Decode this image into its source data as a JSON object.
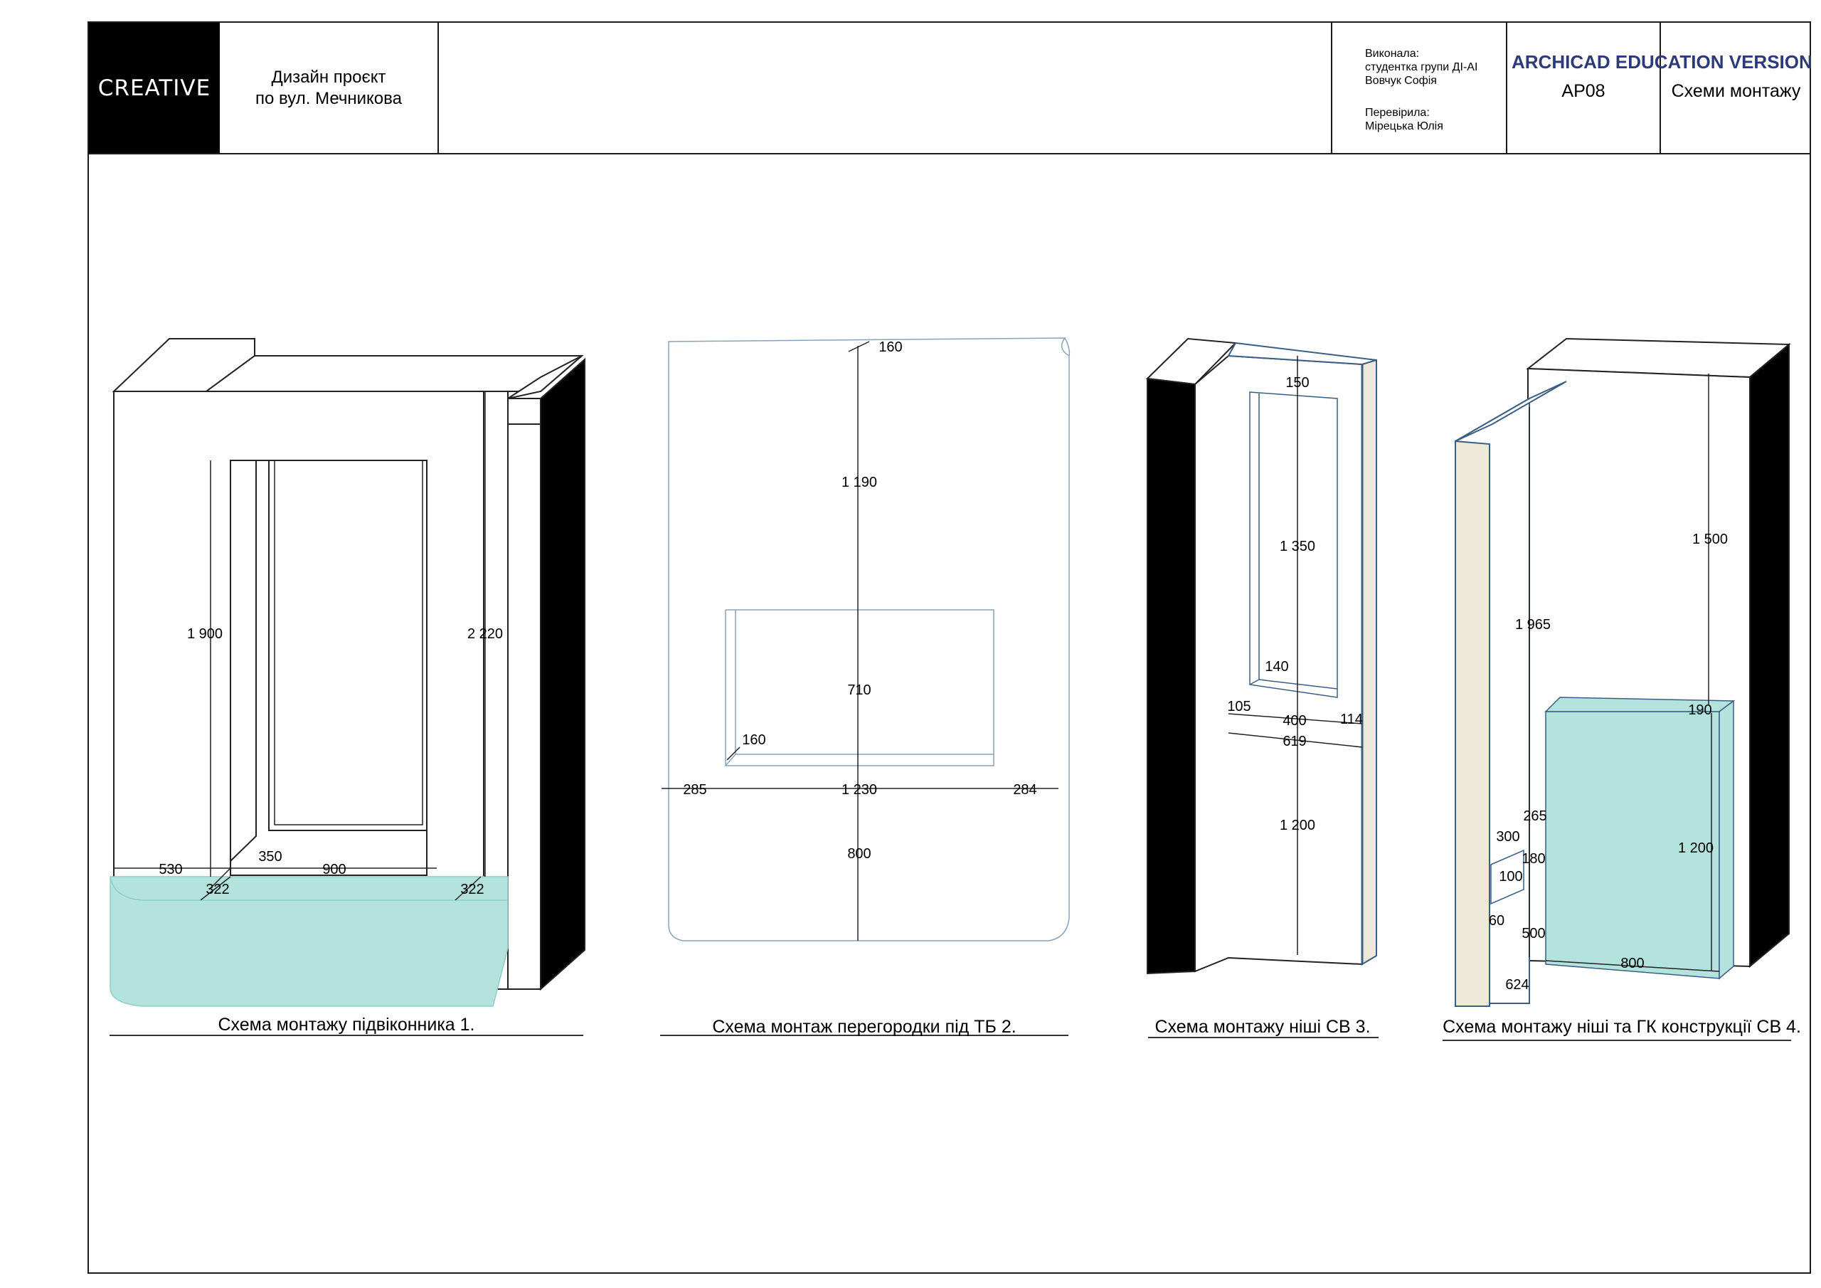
{
  "title_block": {
    "logo": "CREATIVE",
    "project_line1": "Дизайн проєкт",
    "project_line2": "по вул. Мечникова",
    "made_by_label": "Виконала:",
    "made_by_line1": "студентка групи ДІ-АІ",
    "made_by_line2": "Вовчук Софія",
    "checked_label": "Перевірила:",
    "checked_name": "Мірецька Юлія",
    "sheet_code": "АР08",
    "sheet_name": "Схеми монтажу",
    "watermark": "ARCHICAD EDUCATION VERSION"
  },
  "colors": {
    "frame": "#1b1b1b",
    "fill_teal": "#b3e3dc",
    "fill_beige": "#ede8d8",
    "outline_blue": "#3b5f84",
    "watermark": "#2d3a7a"
  },
  "schemes": [
    {
      "caption": "Схема монтажу підвіконника 1.",
      "dims": {
        "d1900": "1 900",
        "d2220": "2 220",
        "d530": "530",
        "d350": "350",
        "d900": "900",
        "d322a": "322",
        "d322b": "322"
      }
    },
    {
      "caption": "Схема монтаж перегородки під ТБ 2.",
      "dims": {
        "d160a": "160",
        "d1190": "1 190",
        "d710": "710",
        "d160b": "160",
        "d285": "285",
        "d1230": "1 230",
        "d284": "284",
        "d800": "800"
      }
    },
    {
      "caption": "Схема монтажу ніші СВ 3.",
      "dims": {
        "d150": "150",
        "d1350": "1 350",
        "d140": "140",
        "d105": "105",
        "d400": "400",
        "d114": "114",
        "d619": "619",
        "d1200": "1 200"
      }
    },
    {
      "caption": "Схема монтажу ніші та ГК конструкції СВ 4.",
      "dims": {
        "d1500": "1 500",
        "d1965": "1 965",
        "d190": "190",
        "d265": "265",
        "d300": "300",
        "d180": "180",
        "d100": "100",
        "d1200": "1 200",
        "d60": "60",
        "d500": "500",
        "d800": "800",
        "d624": "624"
      }
    }
  ]
}
